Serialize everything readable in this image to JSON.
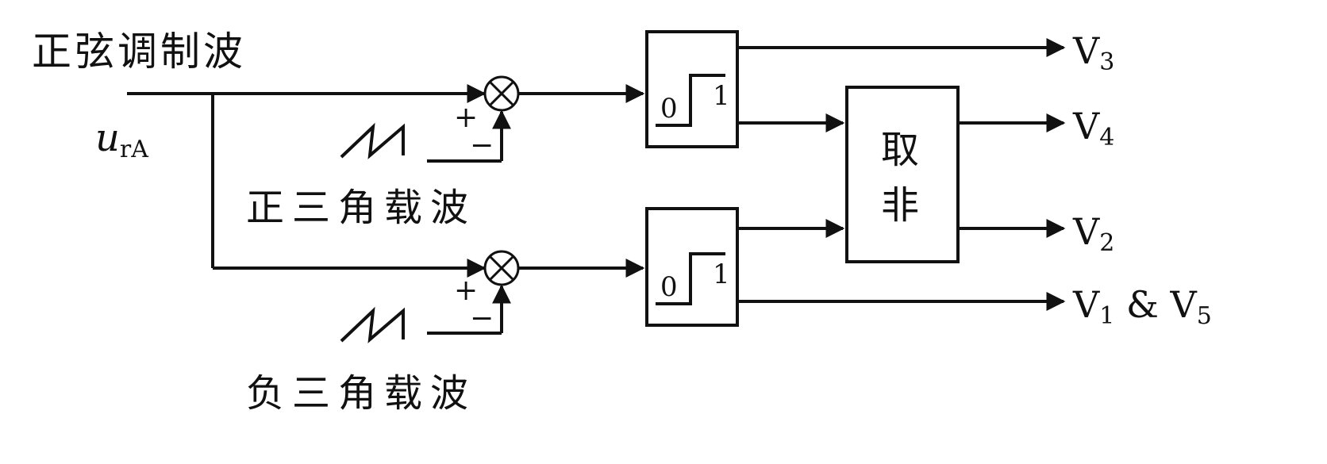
{
  "labels": {
    "sine_wave": "正弦调制波",
    "u_main": "u",
    "u_sub": "rA",
    "pos_carrier": "正三角载波",
    "neg_carrier": "负三角载波",
    "plus": "+",
    "minus": "−",
    "not_line1": "取",
    "not_line2": "非",
    "comparator_low": "0",
    "comparator_high": "1",
    "out_v3_main": "V",
    "out_v3_sub": "3",
    "out_v4_main": "V",
    "out_v4_sub": "4",
    "out_v2_main": "V",
    "out_v2_sub": "2",
    "out_v15_main1": "V",
    "out_v15_sub1": "1",
    "out_v15_amp": " & ",
    "out_v15_main2": "V",
    "out_v15_sub2": "5"
  },
  "colors": {
    "line": "#111111",
    "background": "#ffffff"
  }
}
